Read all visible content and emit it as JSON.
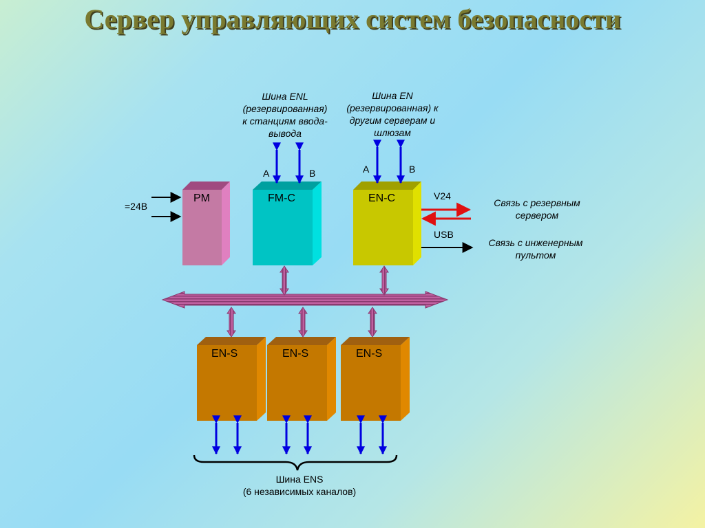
{
  "title": "Сервер управляющих систем безопасности",
  "boxes": {
    "pm": "PM",
    "fmc": "FM-C",
    "enc": "EN-C",
    "ens": [
      "EN-S",
      "EN-S",
      "EN-S"
    ]
  },
  "bus_enl": {
    "caption": [
      "Шина ENL",
      "(резервированная)",
      "к станциям ввода-",
      "вывода"
    ],
    "a": "A",
    "b": "B"
  },
  "bus_en": {
    "caption": [
      "Шина EN",
      "(резервированная) к",
      "другим серверам и",
      "шлюзам"
    ],
    "a": "A",
    "b": "B"
  },
  "power_label": "=24В",
  "v24_label": "V24",
  "usb_label": "USB",
  "backup_link": [
    "Связь с резервным",
    "сервером"
  ],
  "engineering_link": [
    "Связь с инженерным",
    "пультом"
  ],
  "bus_ens": [
    "Шина ENS",
    "(6 независимых каналов)"
  ],
  "colors": {
    "title": "#7a7a30",
    "pm": "#c47aa4",
    "fmc": "#00c4c4",
    "enc": "#c8c800",
    "ens": "#c47800",
    "bus": "#c060a0",
    "blue_arrow": "#0000e0",
    "red_arrow": "#e01010"
  }
}
